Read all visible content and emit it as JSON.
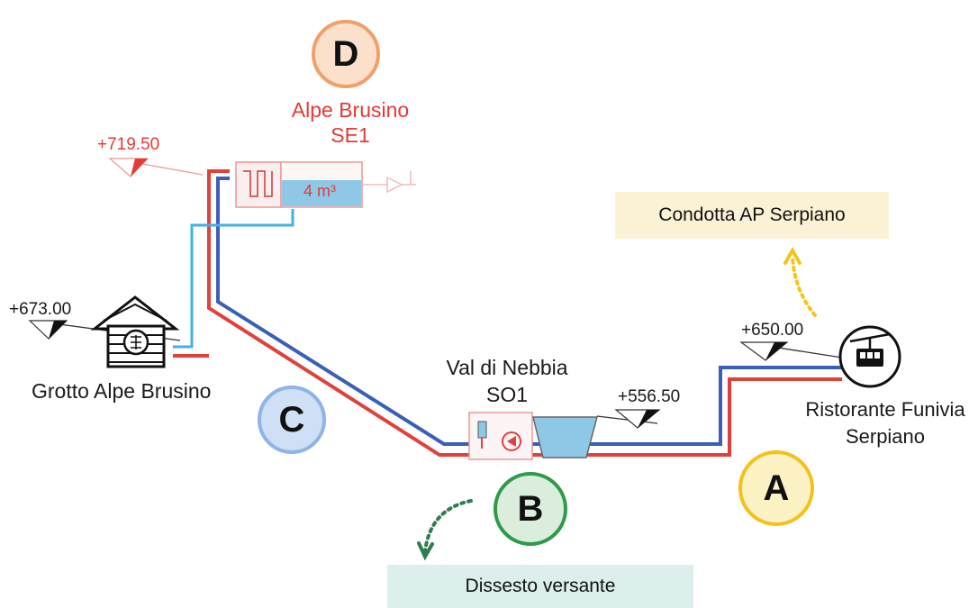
{
  "sections": {
    "A": {
      "letter": "A",
      "fill": "#fdf2c4",
      "border": "#f2c21b"
    },
    "B": {
      "letter": "B",
      "fill": "#dbeedd",
      "border": "#2e9a4a"
    },
    "C": {
      "letter": "C",
      "fill": "#cfdff5",
      "border": "#8fb4e6"
    },
    "D": {
      "letter": "D",
      "fill": "#fbe0cc",
      "border": "#f0a06a"
    }
  },
  "nodes": {
    "alpe_brusino": {
      "line1": "Alpe Brusino",
      "line2": "SE1",
      "elevation": "+719.50",
      "volume": "4 m³"
    },
    "grotto": {
      "name": "Grotto Alpe Brusino",
      "elevation": "+673.00"
    },
    "val_di_nebbia": {
      "line1": "Val di Nebbia",
      "line2": "SO1",
      "elevation": "+556.50"
    },
    "ristorante": {
      "line1": "Ristorante Funivia",
      "line2": "Serpiano",
      "elevation": "+650.00"
    }
  },
  "notes": {
    "condotta": "Condotta AP Serpiano",
    "dissesto": "Dissesto versante"
  },
  "colors": {
    "pipe_red": "#e0413b",
    "pipe_blue": "#3a5fb8",
    "pipe_light_blue": "#3fb2e6",
    "tank_water": "#8ec8e6",
    "note_yellow": "#fbf2d6",
    "note_green": "#dcefec",
    "arrow_yellow": "#f4c51e",
    "arrow_green": "#2e7d4f"
  }
}
